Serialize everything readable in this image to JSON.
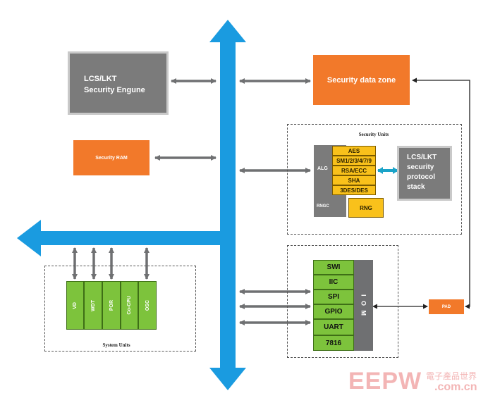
{
  "colors": {
    "bus": "#1a9be0",
    "orange": "#f2792a",
    "gray": "#7b7b7b",
    "yellow": "#f9c11b",
    "green": "#7dc33c",
    "iom": "#6f7072",
    "arrow": "#6f7072",
    "teal": "#1aa3c8"
  },
  "engine": {
    "line1": "LCS/LKT",
    "line2": "Security Engune"
  },
  "security_ram": {
    "label": "Security RAM"
  },
  "data_zone": {
    "label": "Security data zone"
  },
  "security_units": {
    "title": "Security Units",
    "alg_label": "ALG",
    "rngc_label": "RNGC",
    "alg_items": [
      "AES",
      "SM1/2/3/4/7/9",
      "RSA/ECC",
      "SHA",
      "3DES/DES"
    ],
    "rng": "RNG",
    "stack_lines": [
      "LCS/LKT",
      "security",
      "protocol",
      "stack"
    ]
  },
  "io": {
    "items": [
      "SWI",
      "IIC",
      "SPI",
      "GPIO",
      "UART",
      "7816"
    ],
    "iom": "I O M"
  },
  "pad": {
    "label": "PAD"
  },
  "system_units": {
    "title": "System Units",
    "items": [
      "VD",
      "WDT",
      "POR",
      "Co-CPU",
      "OSC"
    ]
  },
  "watermark": {
    "brand": "EEPW",
    "domain": ".com.cn",
    "tagline": "電子產品世界"
  }
}
